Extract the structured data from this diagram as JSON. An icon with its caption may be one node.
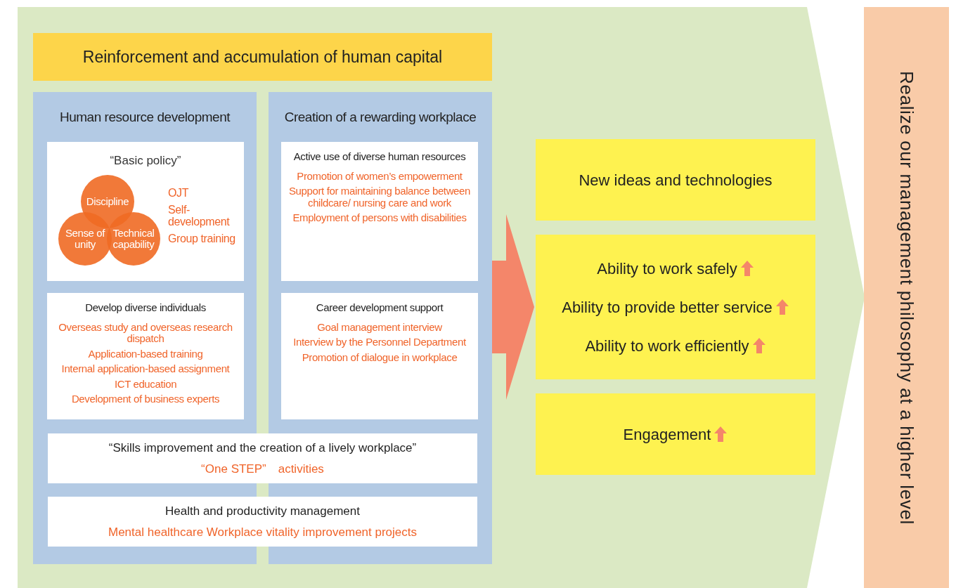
{
  "diagram": {
    "nodes": [
      {
        "text": [],
        "shape": "chevron"
      },
      {
        "text": [
          "Reinforcement and accumulation of human capital"
        ],
        "in": 0
      },
      {
        "text": [
          "Human resource development"
        ],
        "in": 0
      },
      {
        "text": [
          "Creation of a rewarding workplace"
        ],
        "in": 0
      },
      {
        "text": [
          "“Basic policy”",
          "OJT",
          "Self-development",
          "Group training"
        ],
        "in": 2
      },
      {
        "text": [
          "Discipline"
        ],
        "in": 4
      },
      {
        "text": [
          "Sense of unity"
        ],
        "in": 4
      },
      {
        "text": [
          "Technical capability"
        ],
        "in": 4
      },
      {
        "text": [
          "Develop diverse individuals",
          "Overseas study and overseas research dispatch",
          "Application-based training",
          "Internal application-based assignment",
          "ICT education",
          "Development of business experts"
        ],
        "in": 2
      },
      {
        "text": [
          "Active use of diverse human resources",
          "Promotion of women’s empowerment",
          "Support for maintaining balance between childcare/ nursing care and work",
          "Employment of persons with disabilities"
        ],
        "in": 3
      },
      {
        "text": [
          "Career development support",
          "Goal management interview",
          "Interview by the Personnel Department",
          "Promotion of dialogue in workplace"
        ],
        "in": 3
      },
      {
        "text": [
          "“Skills improvement and the creation of a lively workplace”",
          "“One STEP”　activities"
        ],
        "in": 0
      },
      {
        "text": [
          "Health and productivity management",
          "Mental healthcare Workplace vitality improvement projects"
        ],
        "in": 0
      },
      {
        "text": [
          "New ideas and technologies"
        ],
        "in": 0
      },
      {
        "text": [
          "Ability to work safely",
          "Ability to provide better service",
          "Ability to work efficiently"
        ],
        "in": 0
      },
      {
        "text": [
          "Engagement"
        ],
        "in": 0
      },
      {
        "text": [
          "Realize our management philosophy at a higher level"
        ]
      }
    ],
    "edges": [
      {
        "from": 3,
        "to": 14,
        "arrow": "to",
        "style": "thick",
        "color": "#f4866a"
      }
    ]
  }
}
